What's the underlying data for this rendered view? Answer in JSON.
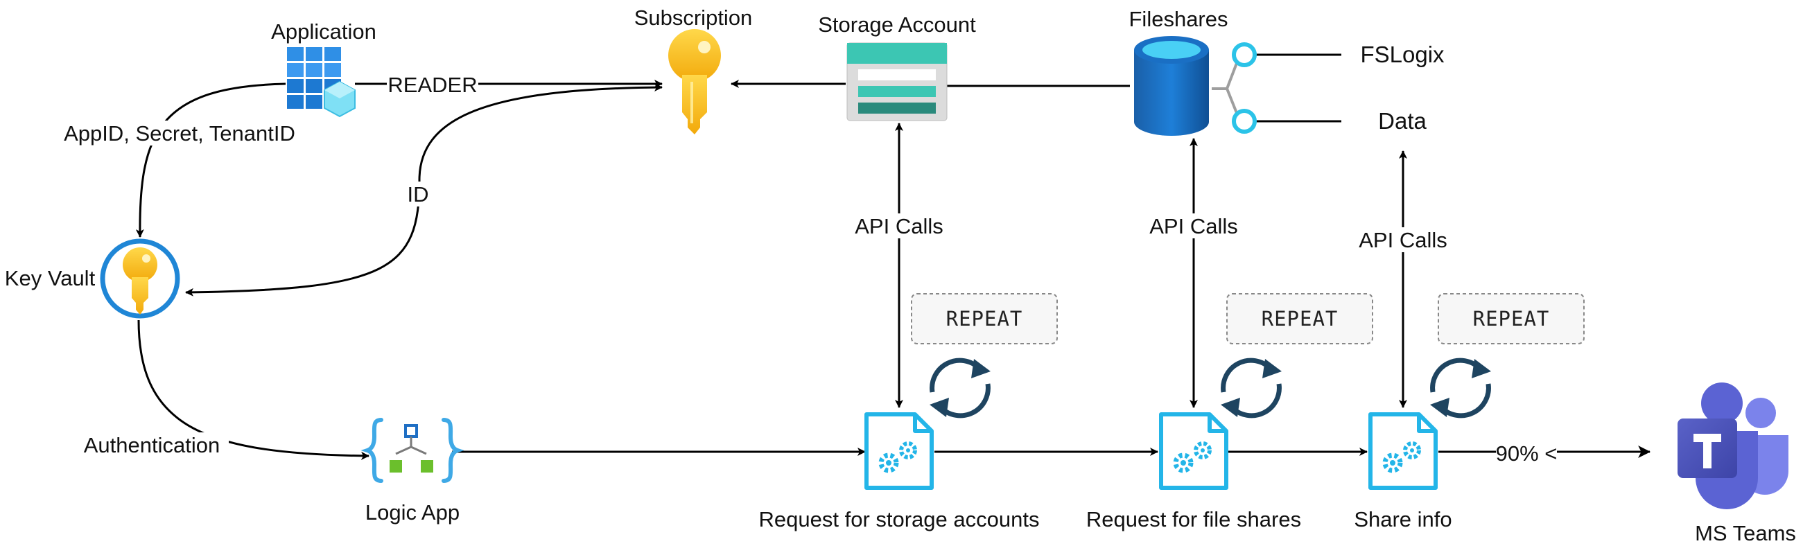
{
  "nodes": {
    "application": "Application",
    "subscription": "Subscription",
    "storage_account": "Storage Account",
    "fileshares": "Fileshares",
    "fslogix": "FSLogix",
    "data": "Data",
    "key_vault": "Key Vault",
    "logic_app": "Logic App",
    "request_storage": "Request for storage accounts",
    "request_fileshares": "Request for file shares",
    "share_info": "Share info",
    "ms_teams": "MS Teams"
  },
  "edges": {
    "reader": "READER",
    "credentials": "AppID, Secret, TenantID",
    "id": "ID",
    "authentication": "Authentication",
    "api_calls_1": "API Calls",
    "api_calls_2": "API Calls",
    "api_calls_3": "API Calls",
    "threshold": "90% <"
  },
  "repeat_labels": [
    "REPEAT",
    "REPEAT",
    "REPEAT"
  ],
  "icons": {
    "application": "app-grid-icon",
    "subscription": "key-icon",
    "storage_account": "storage-account-icon",
    "fileshares": "database-icon",
    "key_vault": "key-vault-icon",
    "logic_app": "logic-app-icon",
    "request": "gear-document-icon",
    "repeat": "refresh-icon",
    "ms_teams": "teams-icon"
  },
  "colors": {
    "azure_blue": "#0f78d4",
    "cyan": "#2bc3e8",
    "teal": "#3cc6b3",
    "key_yellow": "#f7c21c",
    "repeat_dark": "#1e4460",
    "teams_purple": "#4b53bc"
  }
}
